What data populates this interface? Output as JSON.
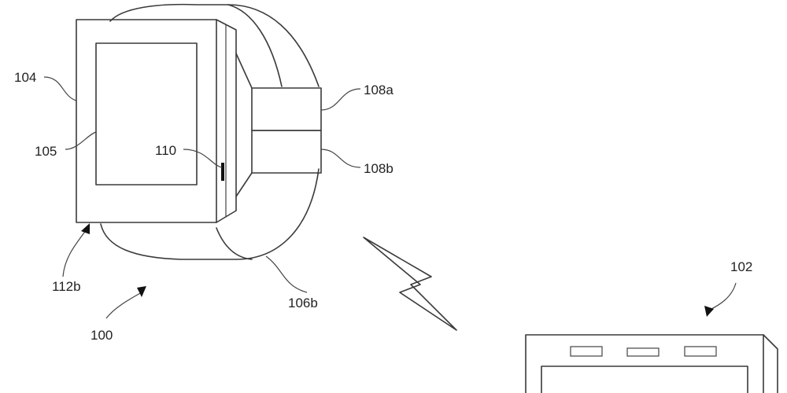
{
  "labels": {
    "watch": "100",
    "device": "102",
    "housing": "104",
    "display": "105",
    "band_bottom": "106b",
    "band_top_connector": "108a",
    "band_bottom_connector": "108b",
    "button": "110",
    "edge": "112b"
  }
}
